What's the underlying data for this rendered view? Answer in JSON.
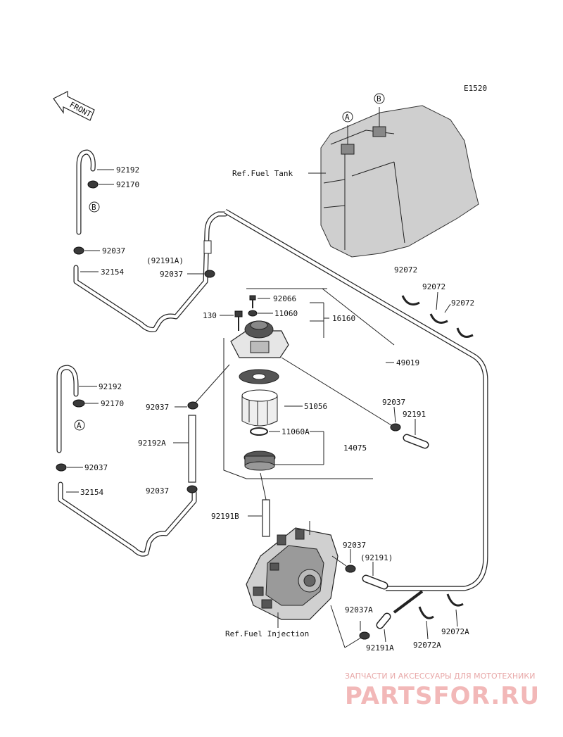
{
  "diagram_code": "E1520",
  "front_label": "FRONT",
  "markers": {
    "a": "A",
    "b": "B"
  },
  "labels": {
    "ref_fuel_tank": "Ref.Fuel Tank",
    "ref_fuel_injection": "Ref.Fuel Injection",
    "p92192_top": "92192",
    "p92170_top": "92170",
    "p92037_left_top": "92037",
    "p32154_top": "32154",
    "p92191a_ref": "(92191A)",
    "p92037_mid_top": "92037",
    "p92066": "92066",
    "p130": "130",
    "p11060": "11060",
    "p16160": "16160",
    "p92072_1": "92072",
    "p92072_2": "92072",
    "p92072_3": "92072",
    "p49019": "49019",
    "p92192_bot": "92192",
    "p92170_bot": "92170",
    "p92037_mid": "92037",
    "p51056": "51056",
    "p92037_right": "92037",
    "p92191_right": "92191",
    "p11060a": "11060A",
    "p14075": "14075",
    "p92192a": "92192A",
    "p92037_left_bot": "92037",
    "p32154_bot": "32154",
    "p92037_mid_bot": "92037",
    "p92191b": "92191B",
    "p92037_pump": "92037",
    "p92191_ref": "(92191)",
    "p92037a": "92037A",
    "p92191a": "92191A",
    "p92072a_1": "92072A",
    "p92072a_2": "92072A"
  },
  "watermark": {
    "caption": "ЗАПЧАСТИ И АКСЕССУАРЫ ДЛЯ МОТОТЕХНИКИ",
    "brand": "PARTSFOR.RU"
  }
}
